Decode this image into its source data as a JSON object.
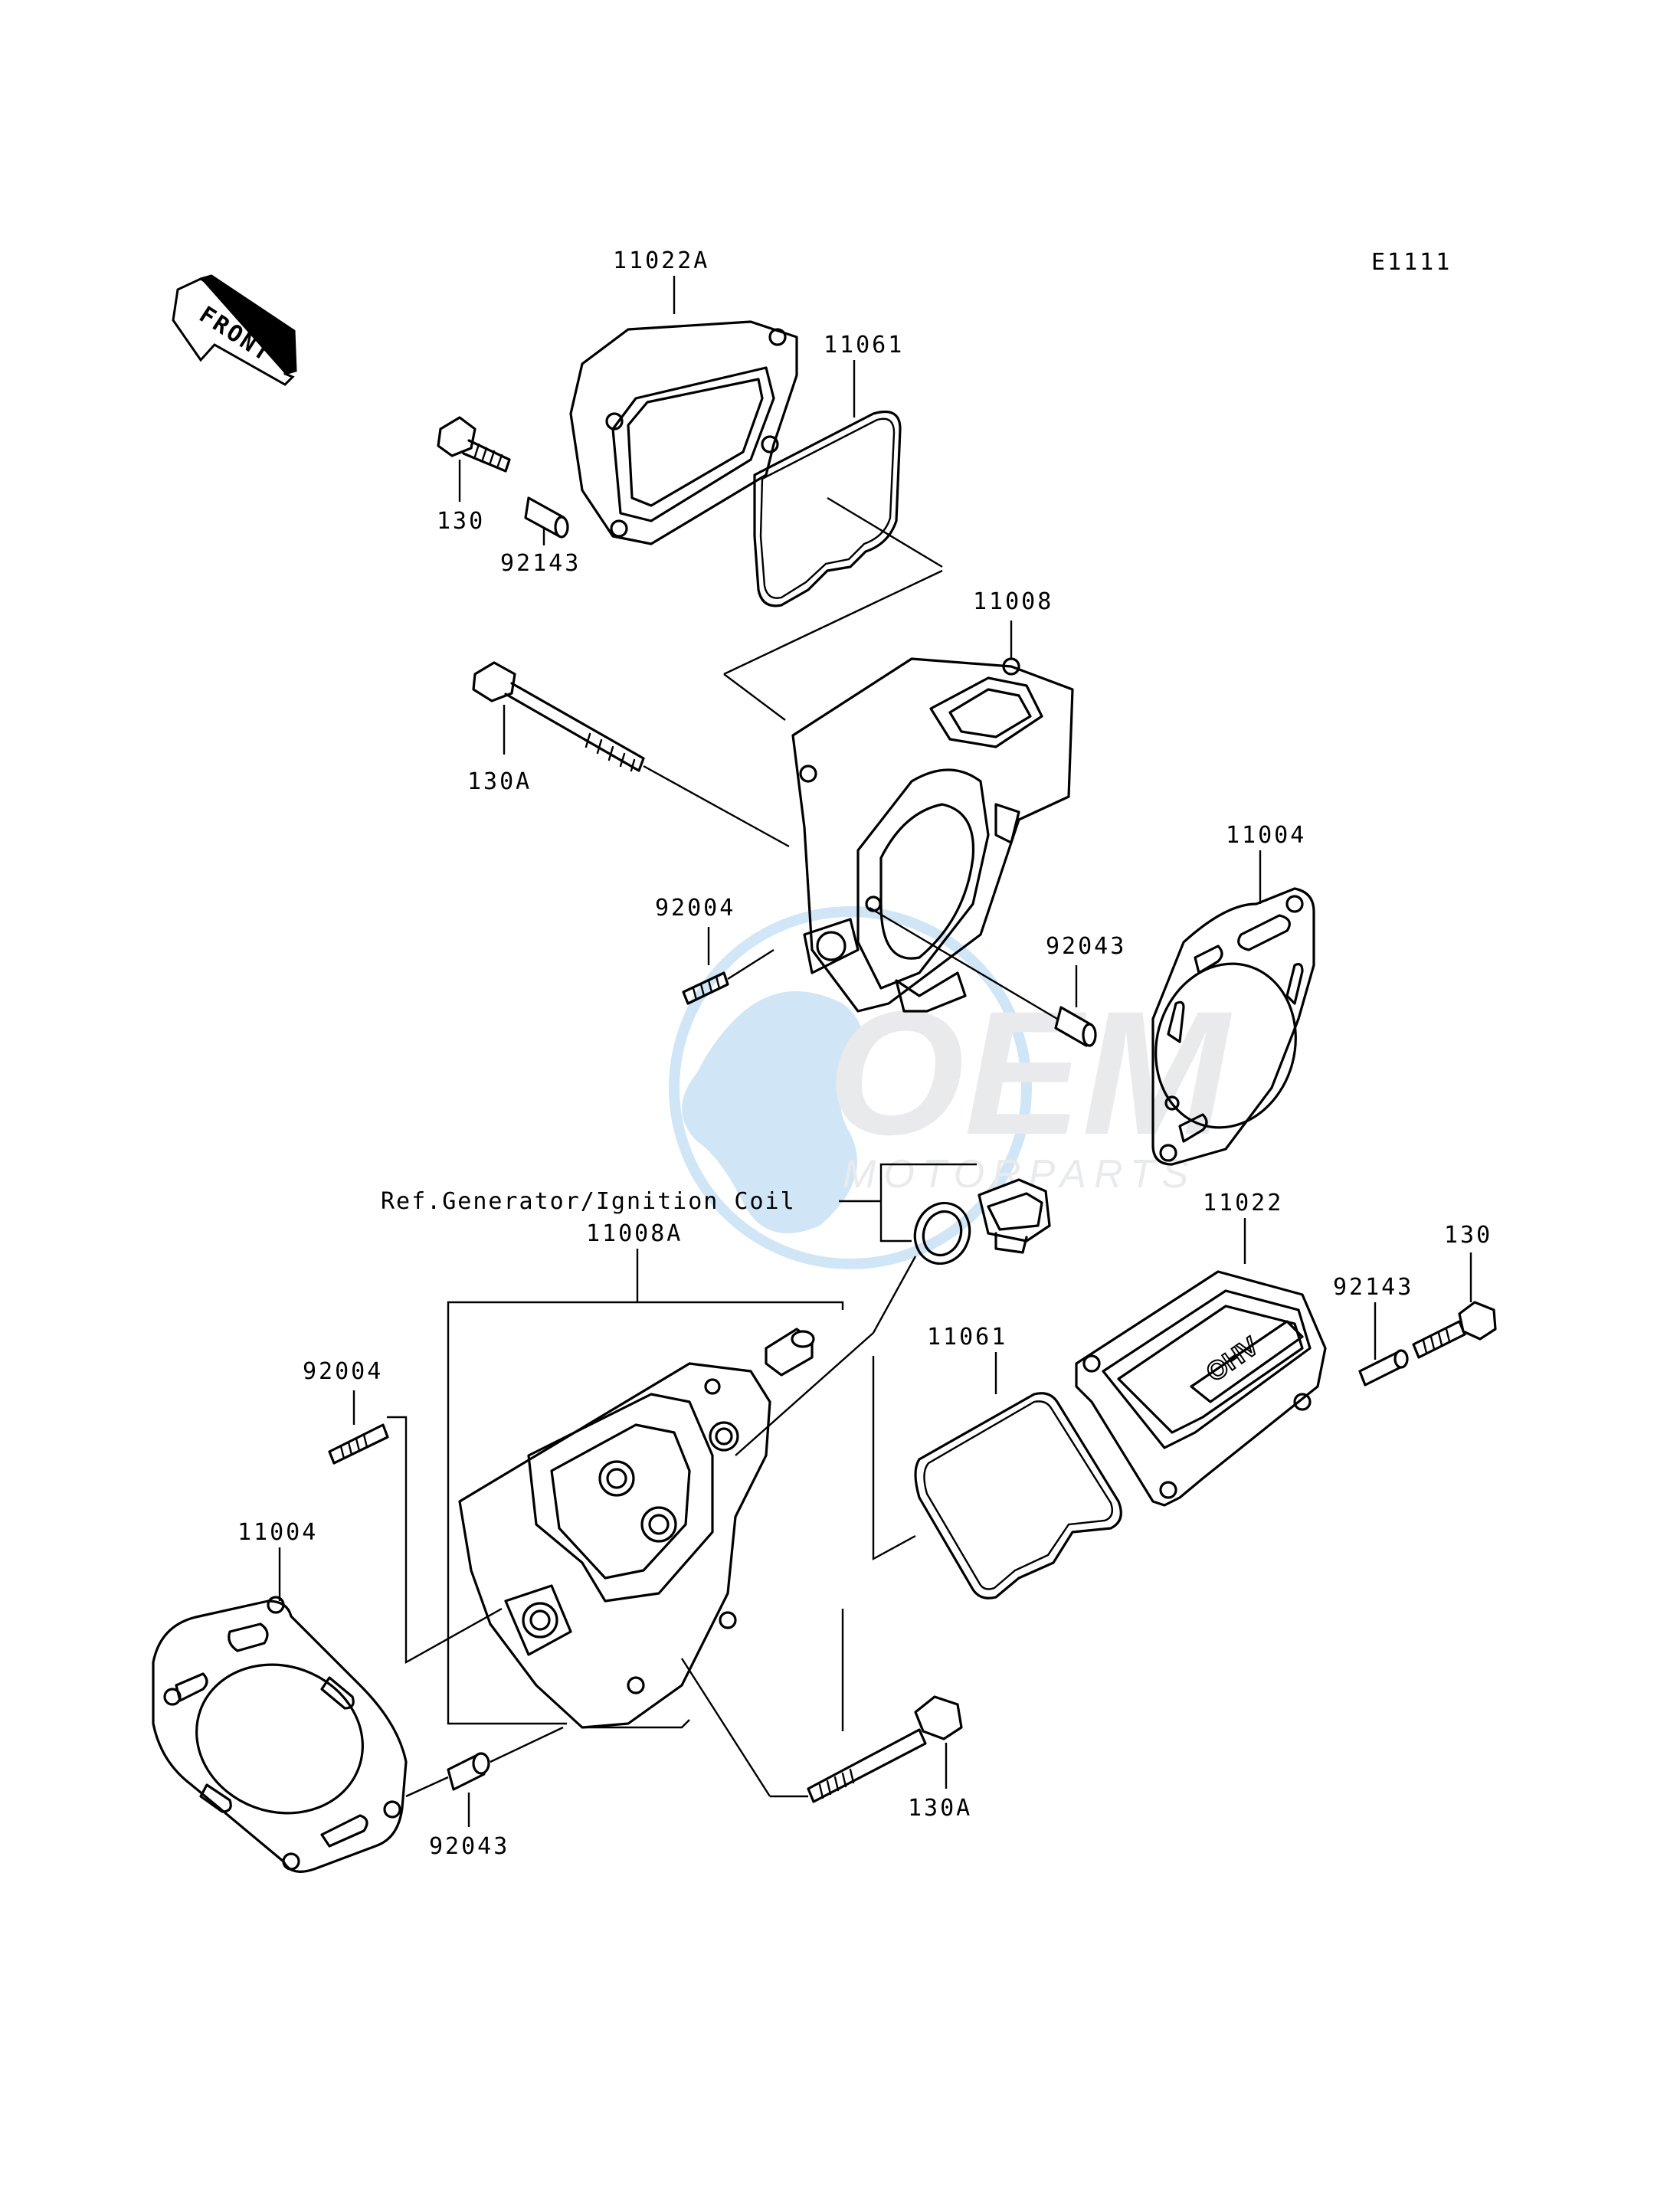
{
  "diagram": {
    "code": "E1111",
    "front_label": "FRONT",
    "reference_note": "Ref.Generator/Ignition Coil",
    "watermark": {
      "brand": "OEM",
      "tagline": "MOTORPARTS",
      "color": "#2f8fd8"
    },
    "callouts": {
      "cover_top": "11022A",
      "gasket_top": "11061",
      "bolt_top": "130",
      "collar_top": "92143",
      "head_top": "11008",
      "headbolt_top": "130A",
      "headgasket_right": "11004",
      "stud_top": "92004",
      "dowel_top": "92043",
      "head_bottom": "11008A",
      "cover_right": "11022",
      "bolt_right": "130",
      "collar_right": "92143",
      "gasket_bottom": "11061",
      "stud_bottom": "92004",
      "headgasket_left": "11004",
      "dowel_bottom": "92043",
      "headbolt_bottom": "130A"
    }
  }
}
